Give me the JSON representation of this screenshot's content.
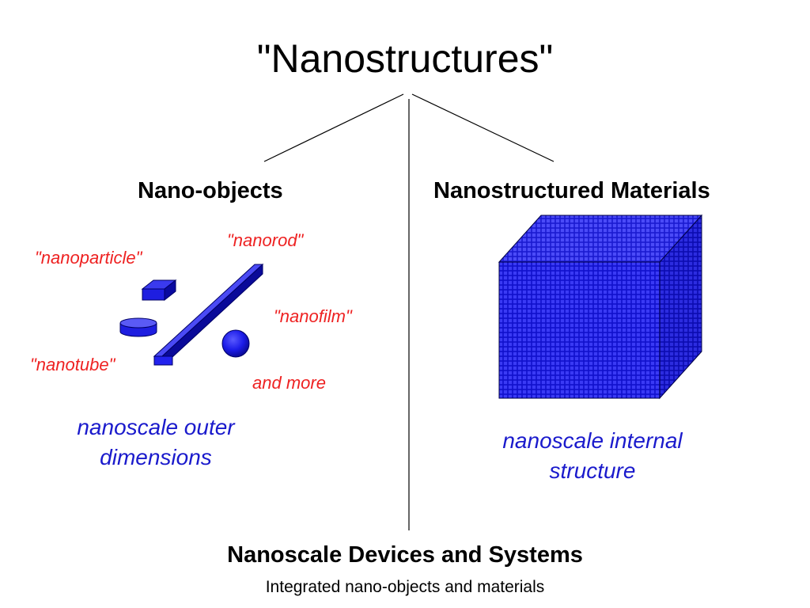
{
  "title": "\"Nanostructures\"",
  "left": {
    "heading": "Nano-objects",
    "labels": {
      "nanoparticle": "\"nanoparticle\"",
      "nanorod": "\"nanorod\"",
      "nanofilm": "\"nanofilm\"",
      "nanotube": "\"nanotube\"",
      "and_more": "and more"
    },
    "description_line1": "nanoscale outer",
    "description_line2": "dimensions"
  },
  "right": {
    "heading": "Nanostructured Materials",
    "description_line1": "nanoscale internal",
    "description_line2": "structure"
  },
  "footer": {
    "heading": "Nanoscale Devices and Systems",
    "subheading": "Integrated nano-objects and materials"
  },
  "colors": {
    "label_red": "#ee2222",
    "desc_blue": "#1a1acc",
    "shape_blue": "#2222ee",
    "shape_dark": "#0a0a99",
    "line": "#000000"
  }
}
